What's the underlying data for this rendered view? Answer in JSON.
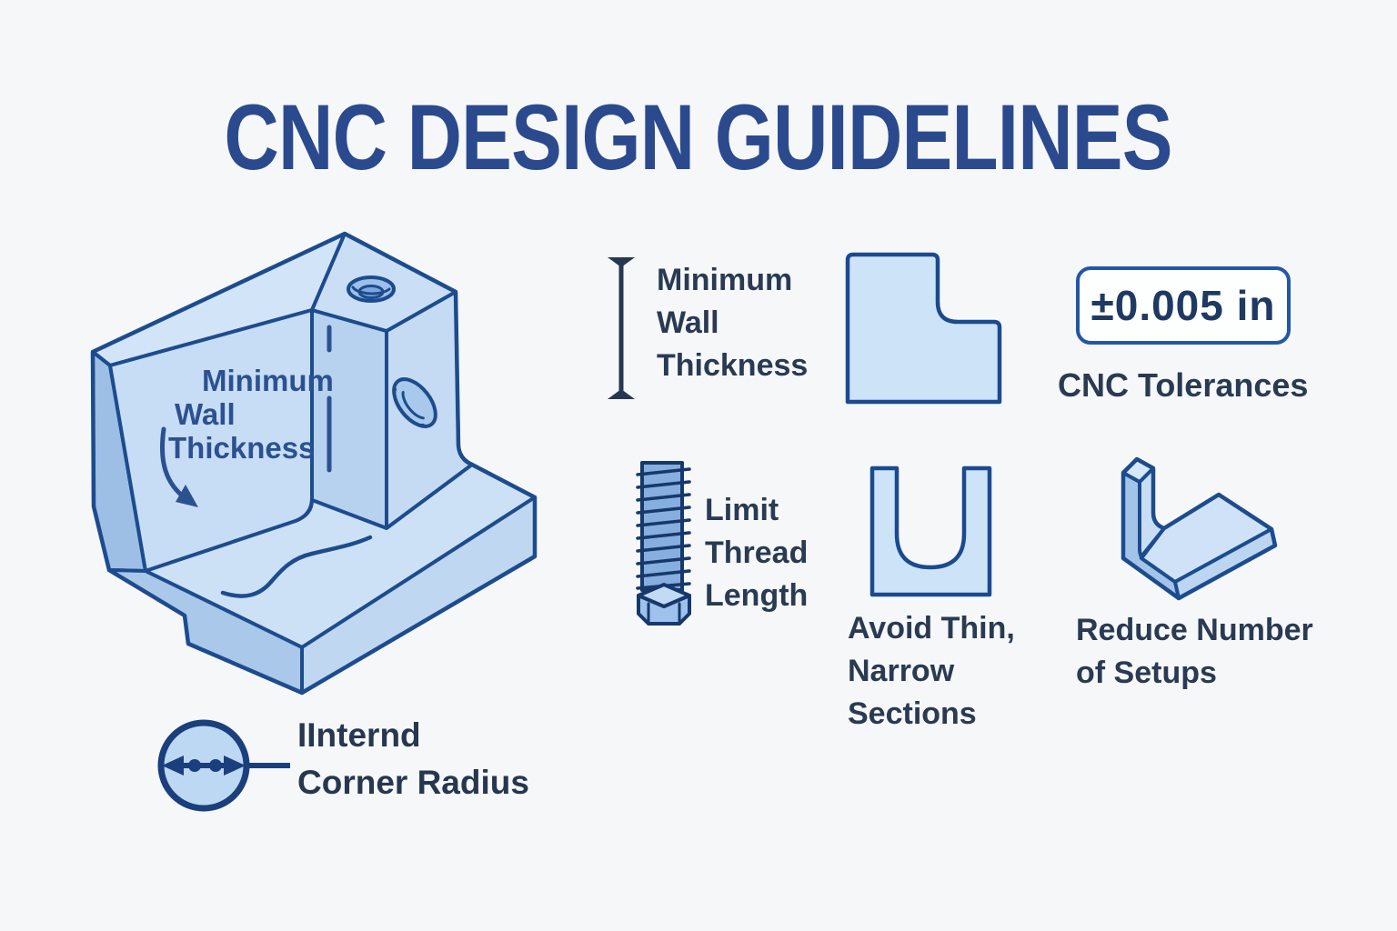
{
  "title": {
    "text": "CNC DESIGN GUIDELINES"
  },
  "part_diagram": {
    "label_lines": [
      "Minimum",
      "Wall",
      "Thickness"
    ]
  },
  "corner_radius": {
    "line1": "IInternd",
    "line2": "Corner Radius"
  },
  "guidelines": {
    "min_wall": {
      "lines": [
        "Minimum",
        "Wall",
        "Thickness"
      ]
    },
    "tolerance": {
      "value": "±0.005 in",
      "label": "CNC Tolerances"
    },
    "thread": {
      "lines": [
        "Limit",
        "Thread",
        "Length"
      ]
    },
    "thin_sections": {
      "lines": [
        "Avoid Thin,",
        "Narrow",
        "Sections"
      ]
    },
    "setups": {
      "lines": [
        "Reduce Number",
        "of Setups"
      ]
    }
  },
  "icons": [
    "cnc-part-illustration-icon",
    "wall-thickness-gauge-icon",
    "corner-block-icon",
    "tolerance-badge",
    "bolt-icon",
    "u-channel-icon",
    "l-bracket-icon",
    "internal-corner-radius-icon"
  ],
  "colors": {
    "background": "#f6f7f9",
    "outline_navy": "#1d4c8e",
    "title_blue": "#2b4a8e",
    "label_dark": "#293a52",
    "part_label_blue": "#2b5191",
    "fill_light": "#cde2f7",
    "fill_medium": "#b7d2ef",
    "fill_dark": "#9dbfe5",
    "badge_border": "#2356a8",
    "gauge_navy": "#253852"
  }
}
